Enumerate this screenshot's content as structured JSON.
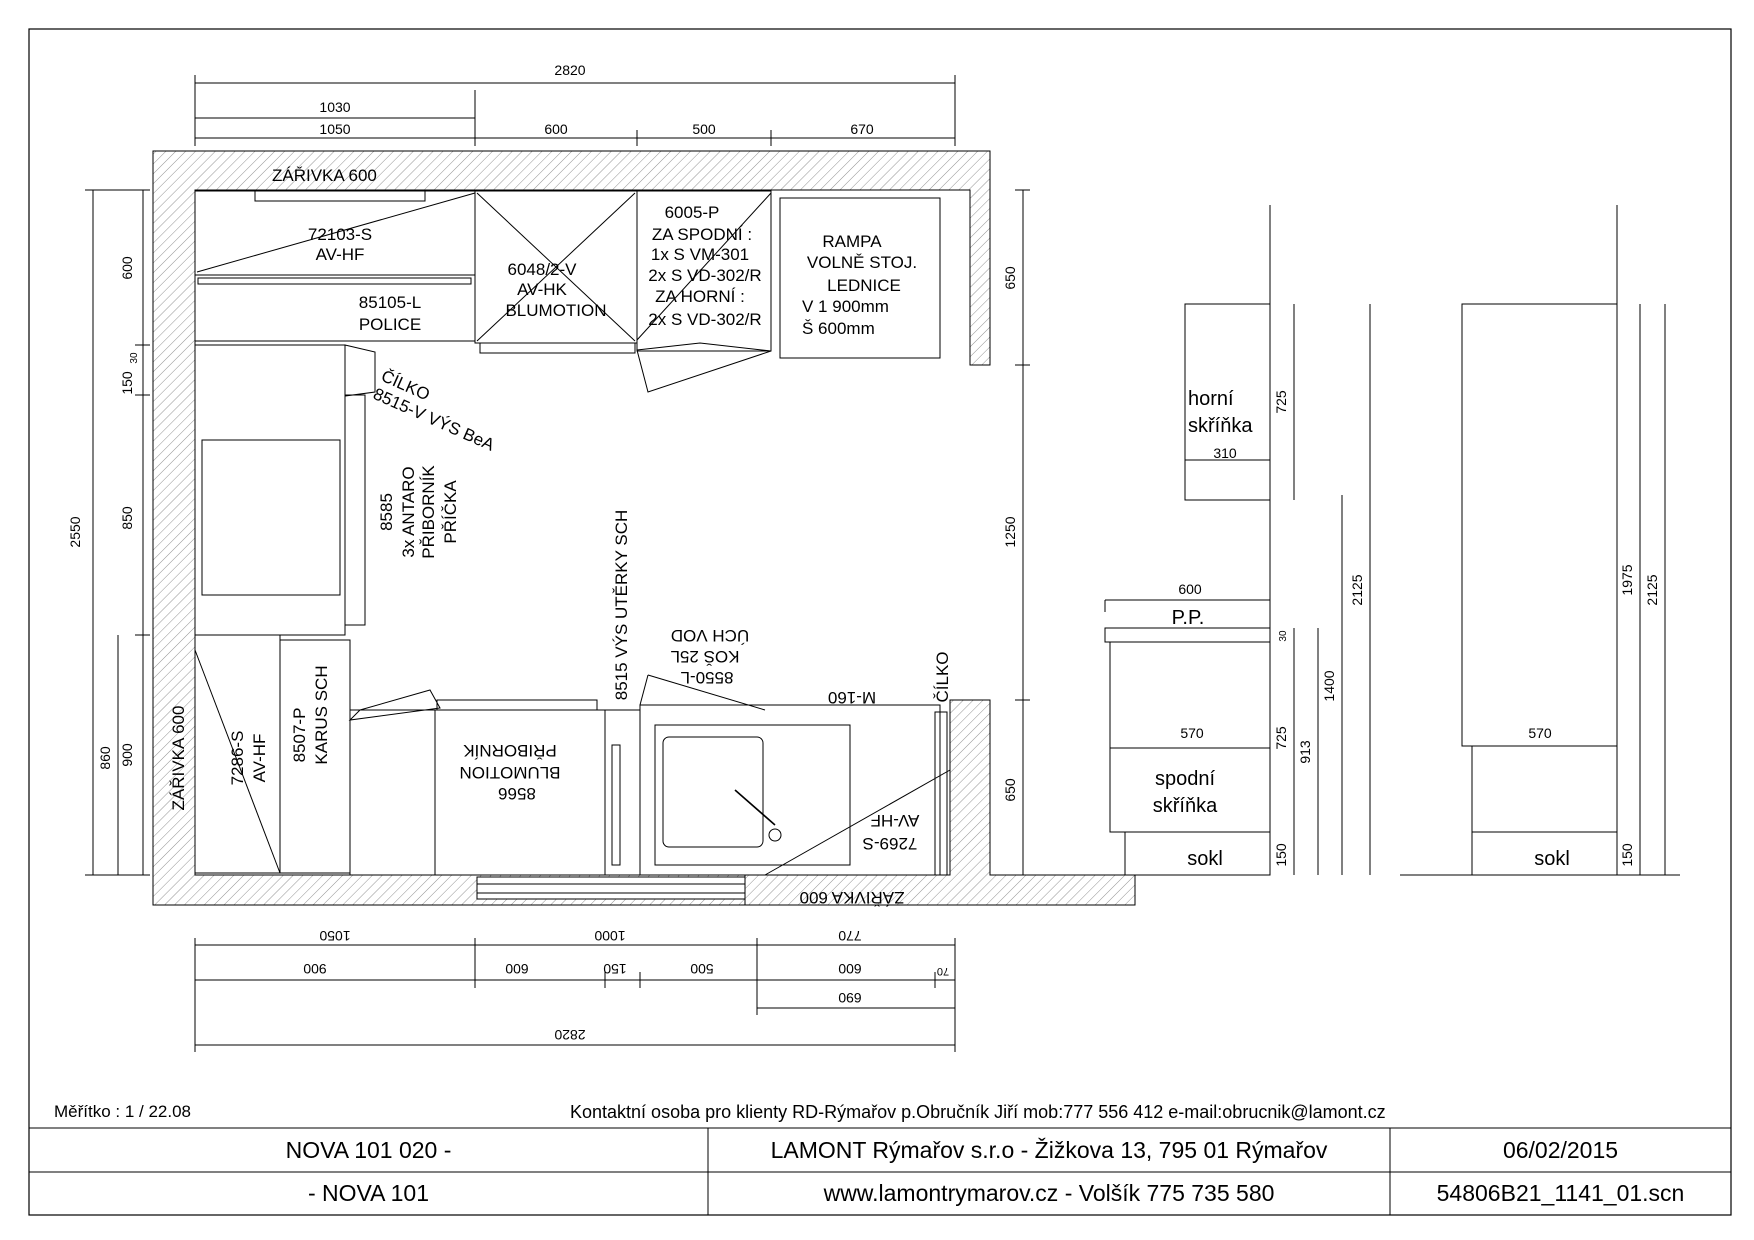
{
  "plan": {
    "dims_top": {
      "total": "2820",
      "d1030": "1030",
      "d1050": "1050",
      "d600": "600",
      "d500": "500",
      "d670": "670"
    },
    "dims_left": {
      "total": "2550",
      "d600": "600",
      "d150": "150",
      "d30": "30",
      "d850": "850",
      "d860": "860",
      "d900": "900"
    },
    "dims_right": {
      "d650a": "650",
      "d1250": "1250",
      "d650b": "650"
    },
    "dims_bottom": {
      "d1050": "1050",
      "d1000": "1000",
      "d770": "770",
      "d900": "900",
      "d600a": "600",
      "d150": "150",
      "d500": "500",
      "d600b": "600",
      "d70": "70",
      "d690": "690",
      "total": "2820"
    },
    "labels": {
      "zarivka_top": "ZÁŘIVKA 600",
      "zarivka_left": "ZÁŘIVKA 600",
      "zarivka_bottom": "ZÁŘIVKA 600",
      "u72103_1": "72103-S",
      "u72103_2": "AV-HF",
      "u85105_1": "85105-L",
      "u85105_2": "POLICE",
      "u6048_1": "6048/2-V",
      "u6048_2": "AV-HK",
      "u6048_3": "BLUMOTION",
      "u6005_1": "6005-P",
      "u6005_2": "ZA SPODNÍ :",
      "u6005_3": "1x S VM-301",
      "u6005_4": "2x S VD-302/R",
      "u6005_5": "ZA HORNÍ :",
      "u6005_6": "2x S VD-302/R",
      "rampa_1": "RAMPA",
      "rampa_2": "VOLNĚ STOJ.",
      "rampa_3": "LEDNICE",
      "rampa_4": "V 1 900mm",
      "rampa_5": "Š 600mm",
      "cilko_1": "ČÍLKO",
      "cilko_2": "8515-V VÝS BeA",
      "u8585_1": "8585",
      "u8585_2": "3x ANTARO",
      "u8585_3": "PŘIBORNÍK",
      "u8585_4": "PŘÍČKA",
      "u8515": "8515 VÝS UTĚRKY SCH",
      "u7286_1": "7286-S",
      "u7286_2": "AV-HF",
      "u8507_1": "8507-P",
      "u8507_2": "KARUS SCH",
      "u8566_1": "8566",
      "u8566_2": "BLUMOTION",
      "u8566_3": "PŘIBORNÍK",
      "u8550_1": "8550-L",
      "u8550_2": "KOŠ 25L",
      "u8550_3": "ÚCH VOD",
      "m160": "M-160",
      "cilko_r": "ČÍLKO",
      "u7269_1": "7269-S",
      "u7269_2": "AV-HF"
    }
  },
  "elevation": {
    "horni_1": "horní",
    "horni_2": "skříňka",
    "d310": "310",
    "d725a": "725",
    "d600": "600",
    "pp": "P.P.",
    "d570a": "570",
    "spodni_1": "spodní",
    "spodni_2": "skříňka",
    "sokl_a": "sokl",
    "d150a": "150",
    "d725b": "725",
    "d913": "913",
    "d1400": "1400",
    "d2125a": "2125",
    "d30": "30",
    "d1975": "1975",
    "d2125b": "2125",
    "d570b": "570",
    "sokl_b": "sokl",
    "d150b": "150"
  },
  "footer": {
    "scale": "Měřítko : 1 / 22.08",
    "contact": "Kontaktní osoba pro klienty RD-Rýmařov p.Obručník Jiří mob:777 556 412 e-mail:obrucnik@lamont.cz",
    "r1c1": "NOVA 101 020 -",
    "r1c2": "LAMONT Rýmařov s.r.o - Žižkova 13, 795 01 Rýmařov",
    "r1c3": "06/02/2015",
    "r2c1": "-  NOVA 101",
    "r2c2": "www.lamontrymarov.cz - Volšík 775 735 580",
    "r2c3": "54806B21_1141_01.scn"
  }
}
